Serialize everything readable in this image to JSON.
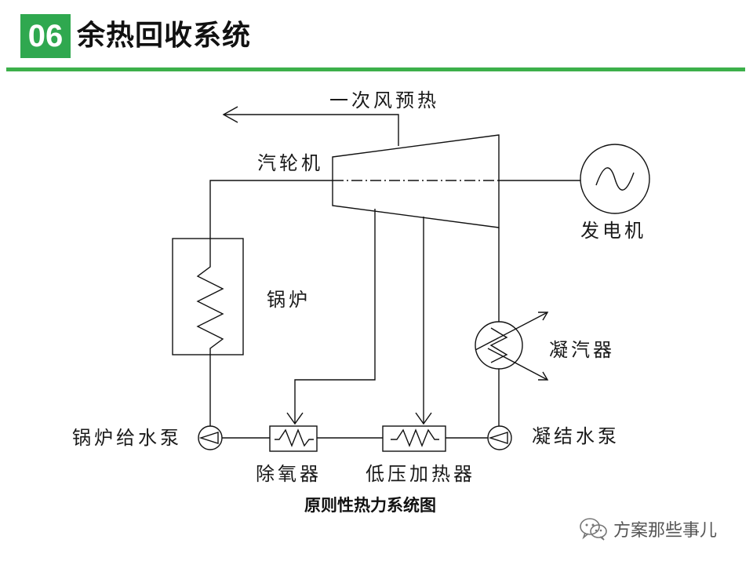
{
  "header": {
    "number": "06",
    "title": "余热回收系统"
  },
  "diagram": {
    "labels": {
      "primary_air": "一次风预热",
      "turbine": "汽轮机",
      "generator": "发电机",
      "boiler": "锅炉",
      "condenser": "凝汽器",
      "feed_pump": "锅炉给水泵",
      "condensate_pump": "凝结水泵",
      "deaerator": "除氧器",
      "lp_heater": "低压加热器"
    },
    "caption": "原则性热力系统图"
  },
  "watermark": {
    "text": "方案那些事儿"
  },
  "colors": {
    "accent": "#2fa84f",
    "rule": "#3cb04a",
    "line": "#111111"
  }
}
